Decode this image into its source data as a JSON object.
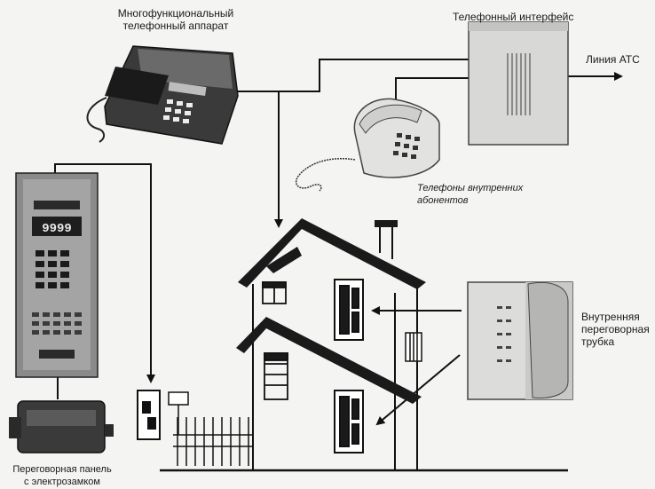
{
  "labels": {
    "multi_phone": "Многофункциональный\nтелефонный аппарат",
    "interface": "Телефонный интерфейс",
    "pstn_line": "Линия АТС",
    "internal_phones": "Телефоны внутренних\nабонентов",
    "handset": "Внутренняя\nпереговорная\nтрубка",
    "door_panel": "Переговорная панель\nс электрозамком"
  },
  "panel_display": "9999"
}
